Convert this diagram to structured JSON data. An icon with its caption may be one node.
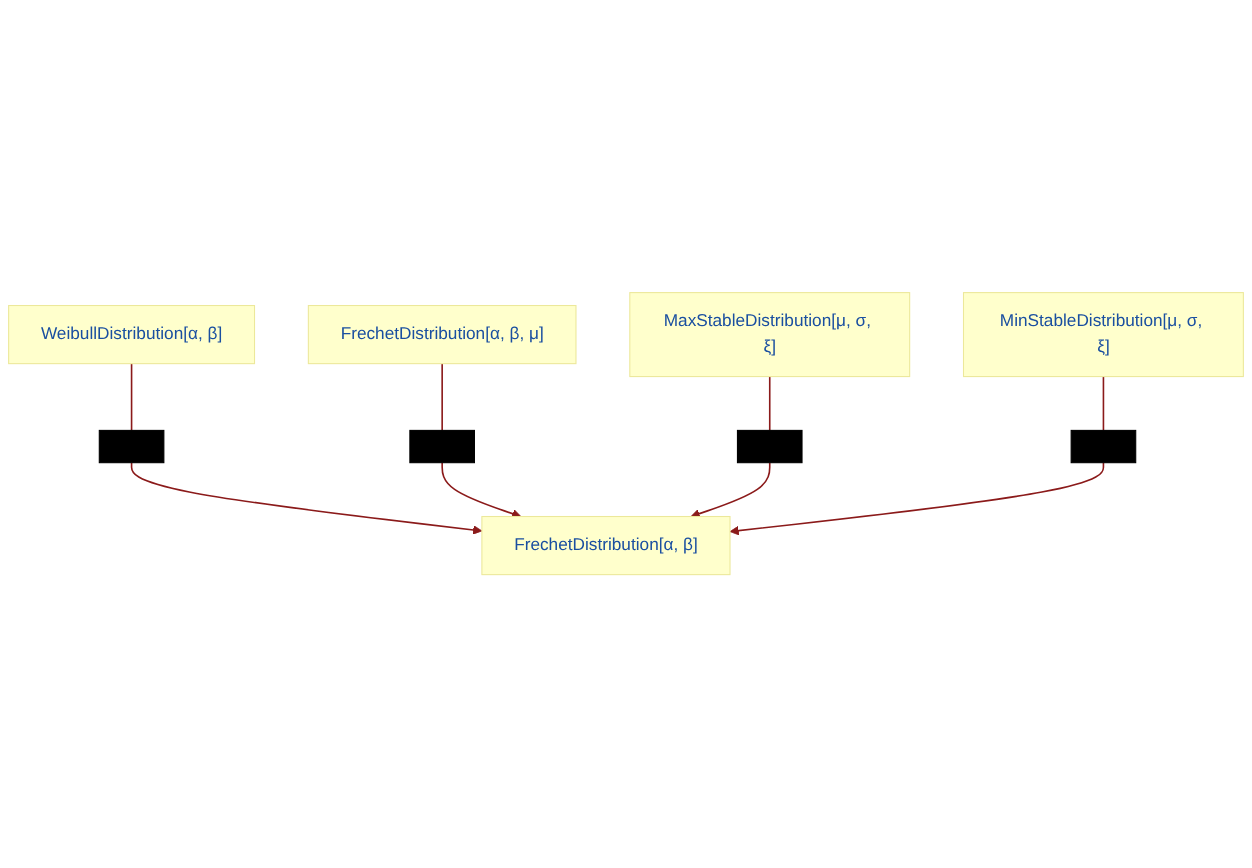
{
  "diagram": {
    "nodes": [
      {
        "text": [
          "WeibullDistribution[α, β]"
        ]
      },
      {
        "text": [
          "FrechetDistribution[α, β, μ]"
        ]
      },
      {
        "text": [
          "FrechetDistribution[α, β]"
        ]
      },
      {
        "text": [
          "MaxStableDistribution[μ, σ, ξ]"
        ]
      },
      {
        "text": [
          "MinStableDistribution[μ, σ, ξ]"
        ]
      },
      {
        "text": [],
        "shape": "box"
      },
      {
        "text": [],
        "shape": "box"
      },
      {
        "text": [],
        "shape": "box"
      },
      {
        "text": [],
        "shape": "box"
      }
    ],
    "edges": [
      {
        "from": 0,
        "to": 5,
        "arrow": "none"
      },
      {
        "from": 5,
        "to": 2,
        "arrow": "to"
      },
      {
        "from": 1,
        "to": 6,
        "arrow": "none"
      },
      {
        "from": 6,
        "to": 2,
        "arrow": "to"
      },
      {
        "from": 3,
        "to": 7,
        "arrow": "none"
      },
      {
        "from": 7,
        "to": 2,
        "arrow": "to"
      },
      {
        "from": 4,
        "to": 8,
        "arrow": "none"
      },
      {
        "from": 8,
        "to": 2,
        "arrow": "to"
      }
    ]
  }
}
